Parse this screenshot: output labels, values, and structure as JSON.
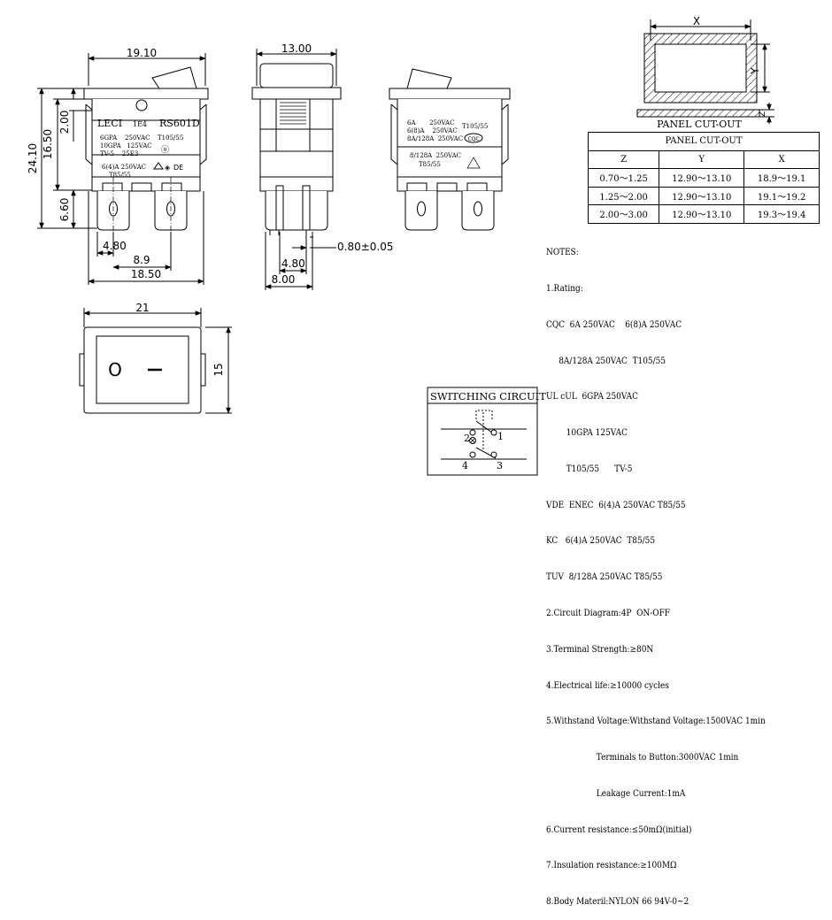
{
  "front_view": {
    "dim_width": "19.10",
    "dim_height": "24.10",
    "dim_body": "16.50",
    "dim_top": "2.00",
    "dim_terminal": "6.60",
    "dim_pitch_a": "4.80",
    "dim_pitch_b": "8.9",
    "dim_base": "18.50",
    "label_brand": "LECI",
    "label_code": "1E4",
    "label_model": "RS601D",
    "label_lines": [
      "6GPA    250VAC",
      "10GPA   125VAC",
      "TV-5    25E3"
    ],
    "label_temp": "T105/55",
    "label_vde": "6(4)A 250VAC",
    "label_vde2": "T85/55"
  },
  "side_view": {
    "dim_width": "13.00",
    "dim_terminal_thk": "0.80±0.05",
    "dim_pitch": "4.80",
    "dim_base": "8.00"
  },
  "back_view": {
    "lines": [
      "6A       250VAC",
      "6(8)A    250VAC",
      "8A/128A  250VAC"
    ],
    "temp": "T105/55",
    "cqc": "CQC",
    "lines2": [
      "8/128A  250VAC",
      "T85/55"
    ]
  },
  "top_view": {
    "dim_width": "21",
    "dim_height": "15",
    "symbol_off": "O",
    "symbol_on": "–"
  },
  "panel_cutout": {
    "dim_x": "X",
    "dim_y": "Y",
    "dim_z": "Z",
    "label": "PANEL CUT-OUT",
    "table_title": "PANEL CUT-OUT",
    "columns": [
      "Z",
      "Y",
      "X"
    ],
    "rows": [
      [
        "0.70～1.25",
        "12.90～13.10",
        "18.9～19.1"
      ],
      [
        "1.25～2.00",
        "12.90～13.10",
        "19.1～19.2"
      ],
      [
        "2.00～3.00",
        "12.90～13.10",
        "19.3～19.4"
      ]
    ]
  },
  "notes": [
    "NOTES:",
    "1.Rating:",
    "CQC  6A 250VAC    6(8)A 250VAC",
    "     8A/128A 250VAC  T105/55",
    "UL cUL  6GPA 250VAC",
    "        10GPA 125VAC",
    "        T105/55      TV-5",
    "VDE  ENEC  6(4)A 250VAC T85/55",
    "KC   6(4)A 250VAC  T85/55",
    "TUV  8/128A 250VAC T85/55",
    "2.Circuit Diagram:4P  ON-OFF",
    "3.Terminal Strength:≥80N",
    "4.Electrical life:≥10000 cycles",
    "5.Withstand Voltage:Withstand Voltage:1500VAC 1min",
    "                    Terminals to Button:3000VAC 1min",
    "                    Leakage Current:1mA",
    "6.Current resistance:≤50mΩ(initial)",
    "7.Insulation resistance:≥100MΩ",
    "8.Body Materil:NYLON 66 94V-0~2"
  ],
  "switching_circuit": {
    "title": "SWITCHING CIRCUIT",
    "terminals": [
      "1",
      "2",
      "3",
      "4"
    ]
  }
}
